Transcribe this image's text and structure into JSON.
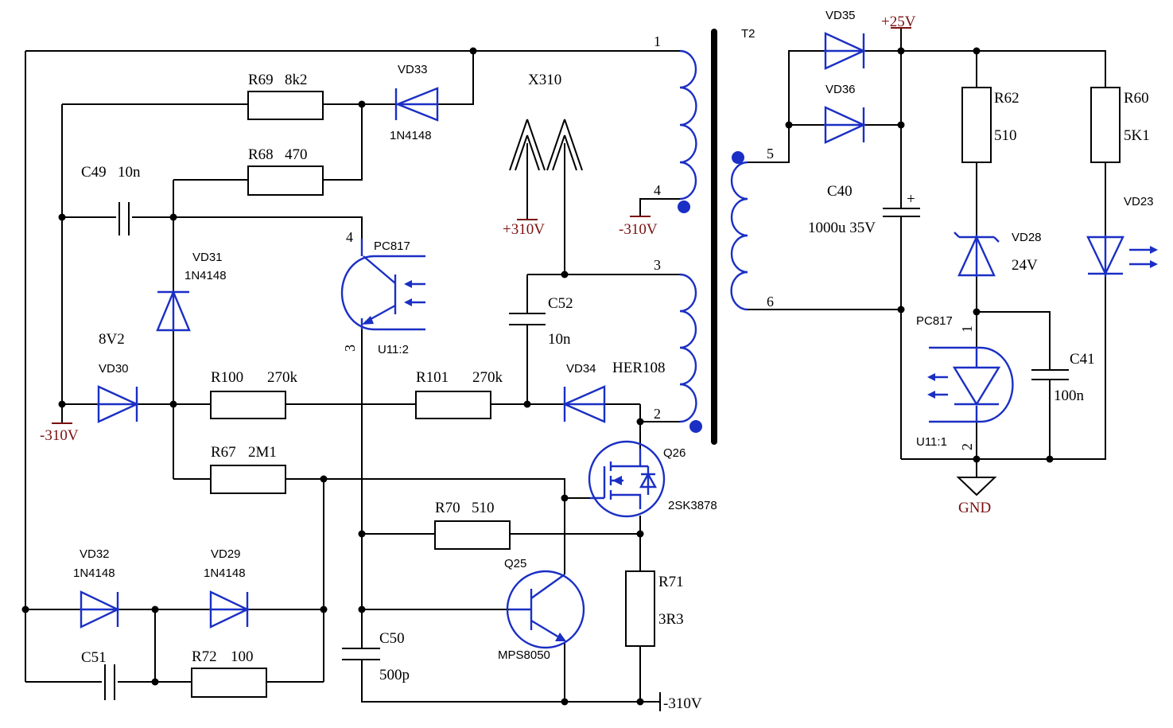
{
  "components": {
    "r69": {
      "ref": "R69",
      "value": "8k2"
    },
    "r68": {
      "ref": "R68",
      "value": "470"
    },
    "r100": {
      "ref": "R100",
      "value": "270k"
    },
    "r101": {
      "ref": "R101",
      "value": "270k"
    },
    "r67": {
      "ref": "R67",
      "value": "2M1"
    },
    "r70": {
      "ref": "R70",
      "value": "510"
    },
    "r71": {
      "ref": "R71",
      "value": "3R3"
    },
    "r72": {
      "ref": "R72",
      "value": "100"
    },
    "r62": {
      "ref": "R62",
      "value": "510"
    },
    "r60": {
      "ref": "R60",
      "value": "5K1"
    },
    "c49": {
      "ref": "C49",
      "value": "10n"
    },
    "c52": {
      "ref": "C52",
      "value": "10n"
    },
    "c50": {
      "ref": "C50",
      "value": "500p"
    },
    "c51": {
      "ref": "C51"
    },
    "c40": {
      "ref": "C40",
      "value": "1000u 35V"
    },
    "c41": {
      "ref": "C41",
      "value": "100n"
    },
    "vd33": {
      "ref": "VD33",
      "value": "1N4148"
    },
    "vd31": {
      "ref": "VD31",
      "value": "1N4148"
    },
    "vd30": {
      "ref": "VD30",
      "value": "8V2"
    },
    "vd34": {
      "ref": "VD34",
      "value": "HER108"
    },
    "vd32": {
      "ref": "VD32",
      "value": "1N4148"
    },
    "vd29": {
      "ref": "VD29",
      "value": "1N4148"
    },
    "vd35": {
      "ref": "VD35"
    },
    "vd36": {
      "ref": "VD36"
    },
    "vd28": {
      "ref": "VD28",
      "value": "24V"
    },
    "vd23": {
      "ref": "VD23"
    },
    "q26": {
      "ref": "Q26",
      "value": "2SK3878"
    },
    "q25": {
      "ref": "Q25",
      "value": "MPS8050"
    },
    "pc817_tr": {
      "ref": "PC817",
      "unit": "U11:2"
    },
    "pc817_led": {
      "ref": "PC817",
      "unit": "U11:1"
    },
    "t2": {
      "ref": "T2"
    },
    "x310": {
      "ref": "X310"
    }
  },
  "pins": {
    "t1": "1",
    "t4": "4",
    "t3": "3",
    "t2": "2",
    "t5": "5",
    "t6": "6",
    "opto_tr_4": "4",
    "opto_tr_3": "3",
    "opto_led_1": "1",
    "opto_led_2": "2"
  },
  "nets": {
    "plus310": "+310V",
    "minus310": "-310V",
    "plus25": "+25V",
    "gnd": "GND"
  },
  "colors": {
    "wire": "#000000",
    "symbol": "#1a2fc4",
    "power": "#7a1010"
  }
}
